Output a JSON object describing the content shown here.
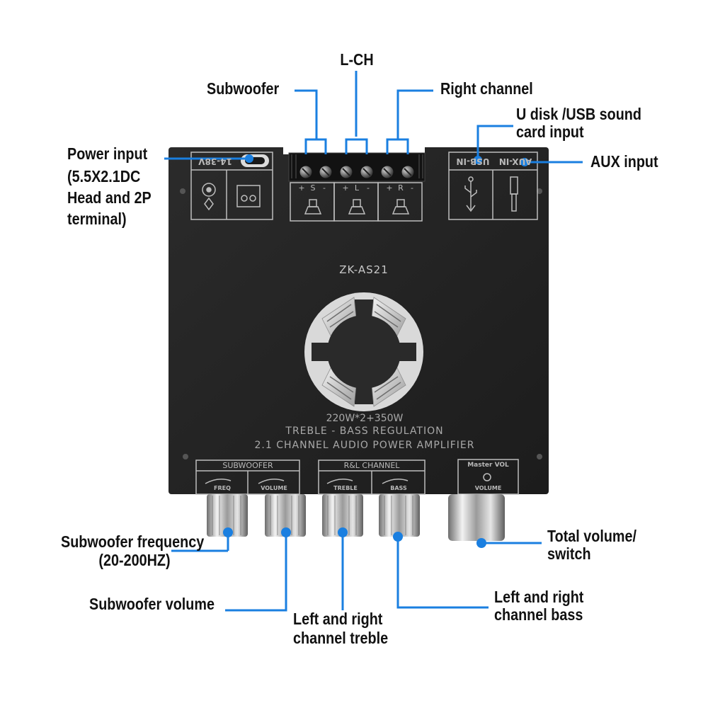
{
  "board": {
    "model": "ZK-AS21",
    "power_spec": "220W*2+350W",
    "line_treble_bass": "TREBLE - BASS REGULATION",
    "line_channel": "2.1 CHANNEL AUDIO POWER AMPLIFIER",
    "dc_label": "14-38V",
    "usb_label": "USB-IN",
    "aux_label": "AUX-IN",
    "sub_group_label": "SUBWOOFER",
    "rl_group_label": "R&L CHANNEL",
    "master_label": "Master VOL",
    "knob_labels": [
      "FREQ",
      "VOLUME",
      "TREBLE",
      "BASS",
      "VOLUME"
    ],
    "terminal_marks": [
      "+",
      "S",
      "-",
      "+",
      "L",
      "-",
      "+",
      "R",
      "-"
    ]
  },
  "callouts": {
    "lch": "L-CH",
    "subwoofer": "Subwoofer",
    "right_channel": "Right channel",
    "usb_input_line1": "U disk /USB sound",
    "usb_input_line2": "card input",
    "power_line1": "Power input",
    "power_line2": "(5.5X2.1DC",
    "power_line3": "Head and 2P",
    "power_line4": "terminal)",
    "aux_input": "AUX input",
    "sub_freq_line1": "Subwoofer frequency",
    "sub_freq_line2": "(20-200HZ)",
    "sub_volume": "Subwoofer volume",
    "treble_line1": "Left and right",
    "treble_line2": "channel treble",
    "bass_line1": "Left and right",
    "bass_line2": "channel bass",
    "total_line1": "Total volume/",
    "total_line2": "switch"
  },
  "colors": {
    "leader": "#1a7fe0",
    "board": "#232323",
    "silkscreen": "#bdbdbd",
    "text": "#111111"
  }
}
